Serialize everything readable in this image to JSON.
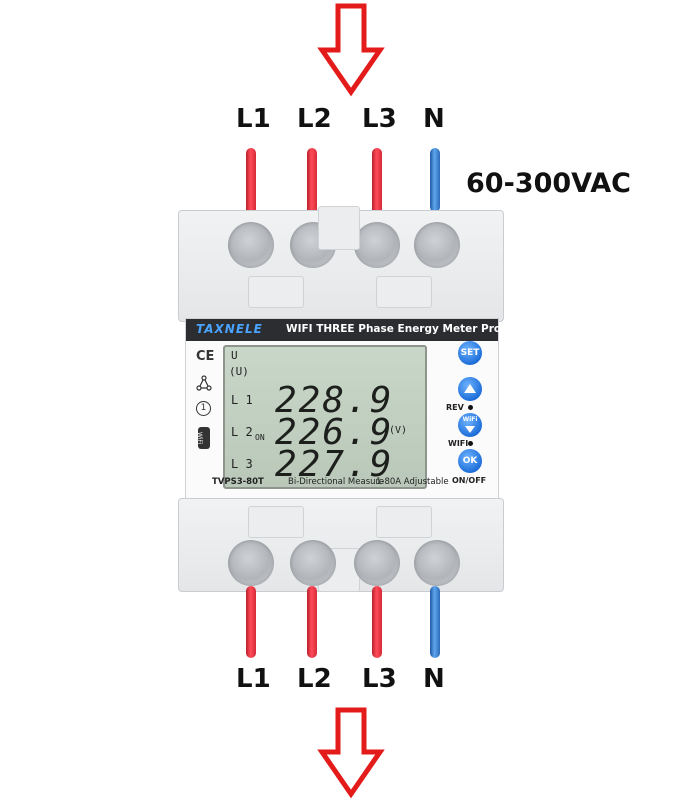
{
  "terminals_top": [
    "L1",
    "L2",
    "L3",
    "N"
  ],
  "terminals_bottom": [
    "L1",
    "L2",
    "L3",
    "N"
  ],
  "voltage_range": "60-300VAC",
  "device": {
    "brand": "TAXNELE",
    "title": "WIFI THREE Phase Energy Meter Protector",
    "model": "TVPS3-80T",
    "feature_1": "Bi-Directional Measure",
    "feature_2": "1-80A Adjustable",
    "side_icons": [
      "CE",
      "network-icon",
      "1"
    ],
    "wifi_badge": "WiFi"
  },
  "lcd": {
    "label_u": "U",
    "label_unit_u": "(U)",
    "row_labels": [
      "L 1",
      "L 2",
      "L 3"
    ],
    "on_label": "ON",
    "values": [
      "228.9",
      "226.9",
      "227.9"
    ],
    "unit": "(V)"
  },
  "buttons": {
    "set": "SET",
    "up_label": "REV",
    "wifi": "WiFi",
    "wifi_label": "WIFI",
    "ok": "OK",
    "ok_label": "ON/OFF"
  },
  "colors": {
    "arrow": "#e31b1b",
    "live_wire": "#e0303e",
    "neutral_wire": "#3a80d2",
    "button": "#1e6fd9",
    "lcd": "#c2d1c1"
  }
}
